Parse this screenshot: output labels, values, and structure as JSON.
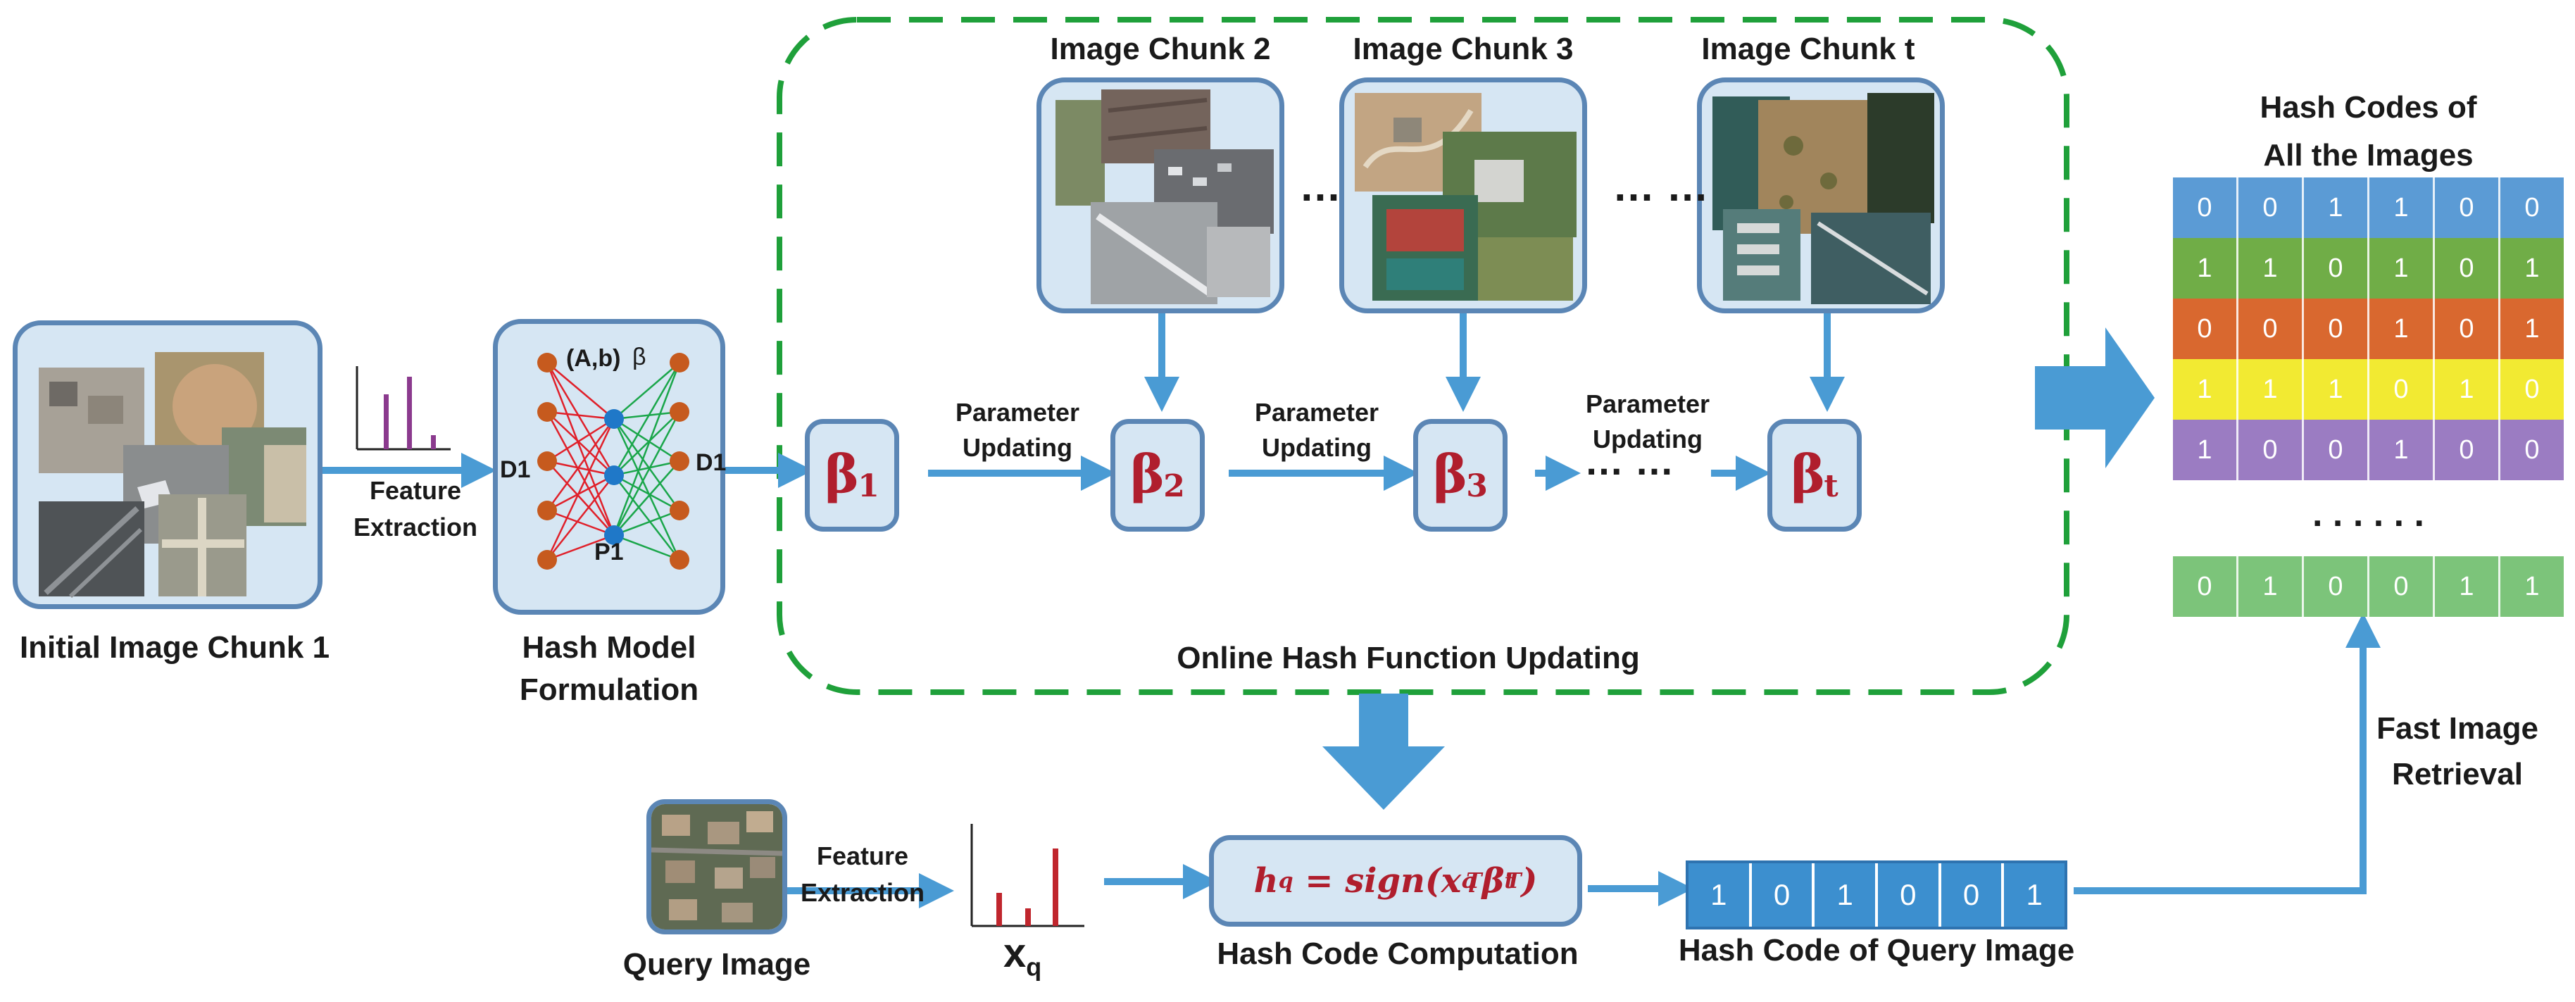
{
  "labels": {
    "initial_chunk": "Initial Image Chunk 1",
    "feature_extraction_1": "Feature",
    "feature_extraction_2": "Extraction",
    "hash_model_1": "Hash Model",
    "hash_model_2": "Formulation",
    "d1_left": "D1",
    "d1_right": "D1",
    "ab": "(A,b)",
    "beta_sym": "β",
    "p1": "P1",
    "chunk2": "Image Chunk 2",
    "chunk3": "Image Chunk 3",
    "chunkt": "Image Chunk t",
    "param_1a": "Parameter",
    "param_1b": "Updating",
    "param_2a": "Parameter",
    "param_2b": "Updating",
    "param_3a": "Parameter",
    "param_3b": "Updating",
    "online_update": "Online Hash Function Updating",
    "hash_codes_1": "Hash Codes  of",
    "hash_codes_2": "All the Images",
    "fast_1": "Fast Image",
    "fast_2": "Retrieval",
    "query_image": "Query Image",
    "q_feature_1": "Feature",
    "q_feature_2": "Extraction",
    "xq_main": "x",
    "xq_sub": "q",
    "hash_code_computation": "Hash Code Computation",
    "hash_code_query": "Hash Code of Query Image",
    "dots_top_1": "…",
    "dots_top_2": "… …",
    "dots_betas": "…  …",
    "dots_rows": ".  .  .            .  .  ."
  },
  "betas": [
    {
      "sym": "β",
      "sub": "1"
    },
    {
      "sym": "β",
      "sub": "2"
    },
    {
      "sym": "β",
      "sub": "3"
    },
    {
      "sym": "β",
      "sub": "t"
    }
  ],
  "formula": {
    "h": "h",
    "h_sub": "q",
    "eq": " = sign(",
    "x": "x",
    "x_sub": "q",
    "x_sup": "T",
    "b": "β",
    "b_sub": "t",
    "b_sup": "T",
    "close": ")"
  },
  "hash_codes": [
    {
      "color": "#5b9bd5",
      "bits": [
        "0",
        "0",
        "1",
        "1",
        "0",
        "0"
      ]
    },
    {
      "color": "#70ad47",
      "bits": [
        "1",
        "1",
        "0",
        "1",
        "0",
        "1"
      ]
    },
    {
      "color": "#d9682f",
      "bits": [
        "0",
        "0",
        "0",
        "1",
        "0",
        "1"
      ]
    },
    {
      "color": "#f2ea32",
      "bits": [
        "1",
        "1",
        "1",
        "0",
        "1",
        "0"
      ]
    },
    {
      "color": "#9b7cc2",
      "bits": [
        "1",
        "0",
        "0",
        "1",
        "0",
        "0"
      ]
    },
    {
      "color": "#7cc47a",
      "bits": [
        "0",
        "1",
        "0",
        "0",
        "1",
        "1"
      ]
    }
  ],
  "query_code": [
    "1",
    "0",
    "1",
    "0",
    "0",
    "1"
  ],
  "colors": {
    "arrow": "#4a9bd4",
    "box_border": "#5b86b5",
    "box_fill": "#d6e6f3",
    "dashed": "#1fa03a",
    "accent_red": "#b01e2d"
  }
}
